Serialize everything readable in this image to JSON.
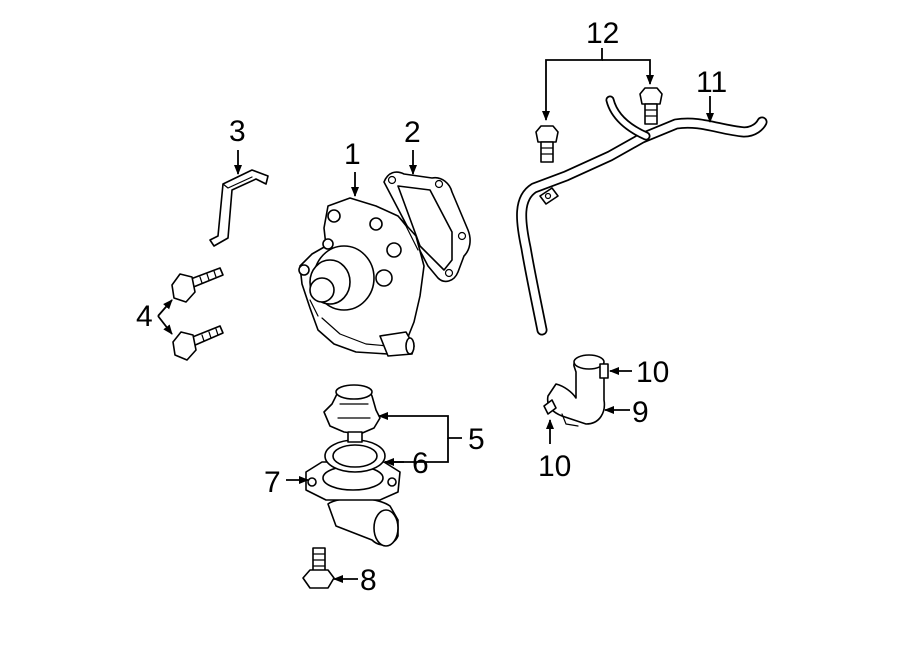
{
  "callouts": {
    "c1": "1",
    "c2": "2",
    "c3": "3",
    "c4": "4",
    "c5": "5",
    "c6": "6",
    "c7": "7",
    "c8": "8",
    "c9": "9",
    "c10a": "10",
    "c10b": "10",
    "c11": "11",
    "c12": "12"
  },
  "colors": {
    "line": "#000000",
    "background": "#ffffff"
  }
}
